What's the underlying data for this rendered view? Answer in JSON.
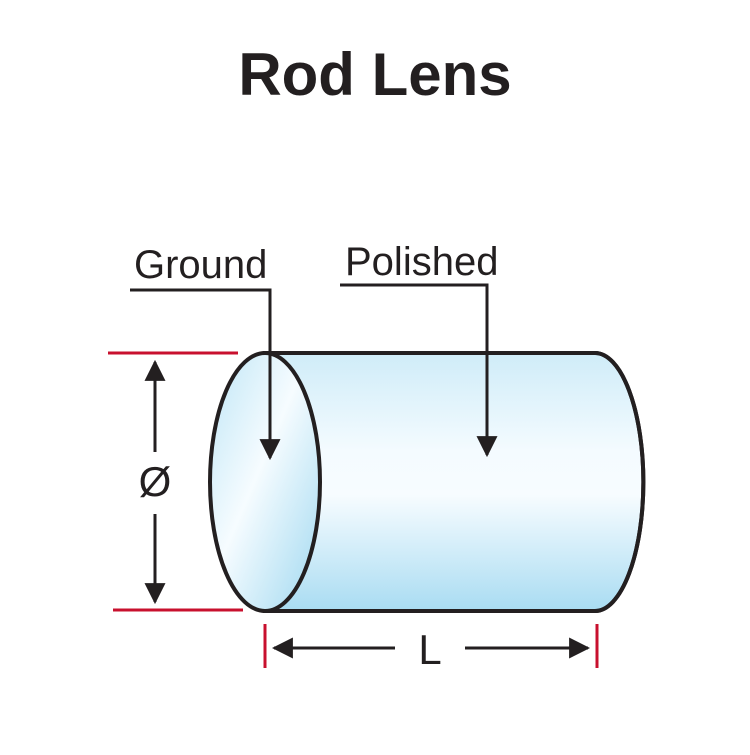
{
  "title": "Rod Lens",
  "labels": {
    "ground": "Ground",
    "polished": "Polished",
    "diameter": "Ø",
    "length": "L"
  },
  "colors": {
    "outline": "#231f20",
    "extension_line": "#c8102e",
    "glass_light": "#f4fbff",
    "glass_mid": "#cdebf7",
    "glass_dark": "#a9dcf2",
    "text": "#231f20"
  },
  "icons": [
    "up-arrow-icon",
    "down-arrow-icon",
    "left-arrow-icon",
    "right-arrow-icon"
  ]
}
